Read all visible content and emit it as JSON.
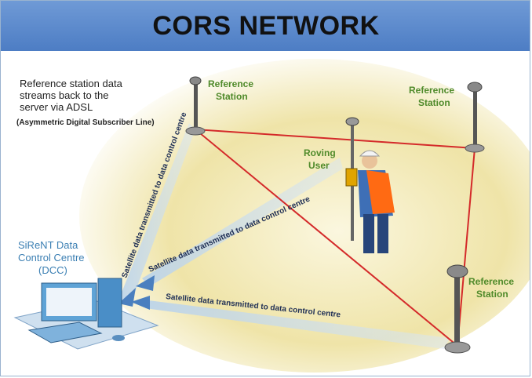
{
  "title": "CORS NETWORK",
  "note": {
    "line1": "Reference station data",
    "line2": "streams back to the",
    "line3": "server via ADSL",
    "line4": "(Asymmetric Digital Subscriber Line)"
  },
  "stations": [
    {
      "line1": "Reference",
      "line2": "Station"
    },
    {
      "line1": "Reference",
      "line2": "Station"
    },
    {
      "line1": "Reference",
      "line2": "Station"
    }
  ],
  "rover": {
    "line1": "Roving",
    "line2": "User"
  },
  "dcc": {
    "line1": "SiReNT Data",
    "line2": "Control Centre",
    "line3": "(DCC)"
  },
  "arrow_labels": [
    "Satellite data transmitted to data control centre",
    "Satellite data transmitted to data control centre",
    "Satellite data transmitted to data control centre"
  ],
  "colors": {
    "header": "#5b89cc",
    "label_green": "#4f8a2a",
    "dcc_blue": "#3b7fb3",
    "link_red": "#d42a2a",
    "ground": "#f1e9b6"
  }
}
